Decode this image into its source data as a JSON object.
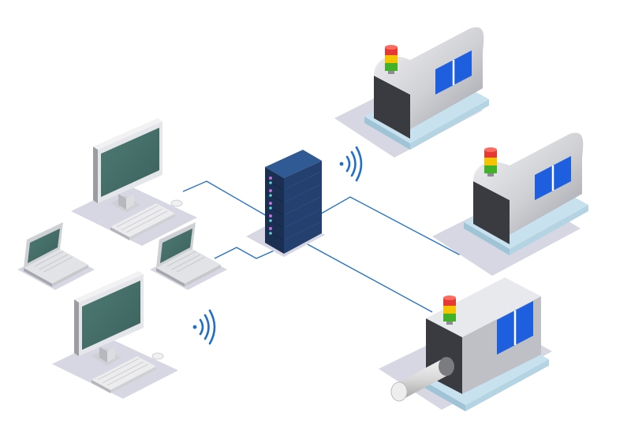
{
  "diagram": {
    "type": "isometric network illustration",
    "colors": {
      "link": "#1f6fc7",
      "wifi": "#1f6fc7",
      "rack_dark": "#1b2f52",
      "rack_mid": "#24406e",
      "rack_light": "#2f5a93",
      "screen": "#46706b",
      "machine_window": "#1e5fe0",
      "ground_shadow": "#d7d7e4",
      "base_plate": "#c8e1ee"
    },
    "nodes": [
      {
        "id": "server-rack",
        "icon": "server-rack-icon"
      },
      {
        "id": "desktop-1",
        "icon": "desktop-computer-icon"
      },
      {
        "id": "desktop-2",
        "icon": "desktop-computer-icon"
      },
      {
        "id": "laptop-1",
        "icon": "laptop-icon"
      },
      {
        "id": "laptop-2",
        "icon": "laptop-icon"
      },
      {
        "id": "machine-1",
        "icon": "industrial-machine-icon"
      },
      {
        "id": "machine-2",
        "icon": "industrial-machine-icon"
      },
      {
        "id": "machine-3",
        "icon": "extruder-machine-icon"
      }
    ],
    "signal_lights": [
      "#e53935",
      "#f5c400",
      "#43b02a"
    ],
    "wireless_signals": [
      "wifi-icon",
      "wifi-icon"
    ]
  }
}
